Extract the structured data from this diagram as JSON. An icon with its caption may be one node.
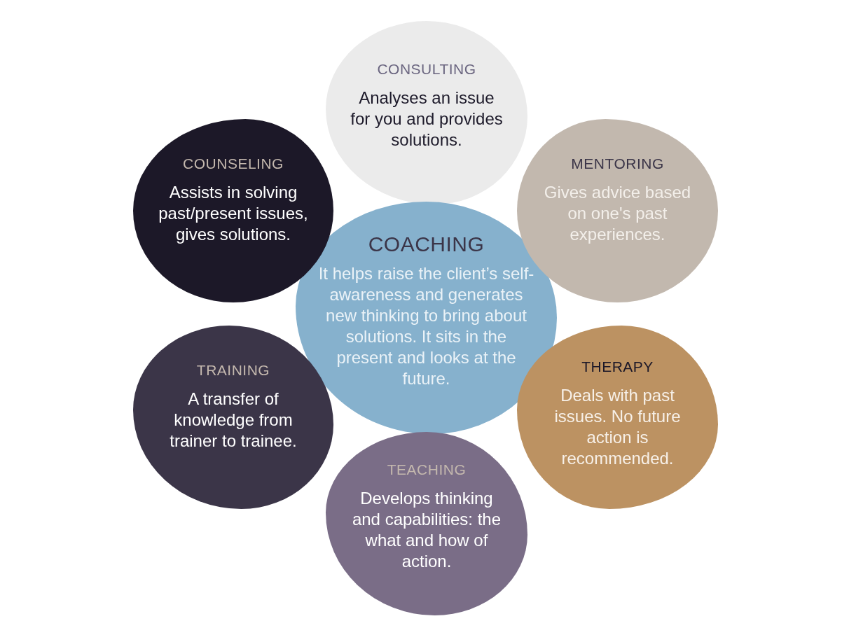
{
  "diagram": {
    "nodes": [
      {
        "text": [
          "CONSULTING",
          "Analyses an issue for you and provides solutions."
        ]
      },
      {
        "text": [
          "COUNSELING",
          "Assists in solving past/present issues, gives solutions."
        ]
      },
      {
        "text": [
          "MENTORING",
          "Gives advice based on one's past experiences."
        ]
      },
      {
        "text": [
          "COACHING",
          "It helps raise the client’s self-awareness and generates new thinking to bring about solutions. It sits in the present and looks at the future."
        ]
      },
      {
        "text": [
          "TRAINING",
          "A transfer of knowledge from trainer to trainee."
        ]
      },
      {
        "text": [
          "THERAPY",
          "Deals with past issues. No future action is recommended."
        ]
      },
      {
        "text": [
          "TEACHING",
          "Develops thinking and capabilities: the what and how of action."
        ]
      }
    ]
  }
}
